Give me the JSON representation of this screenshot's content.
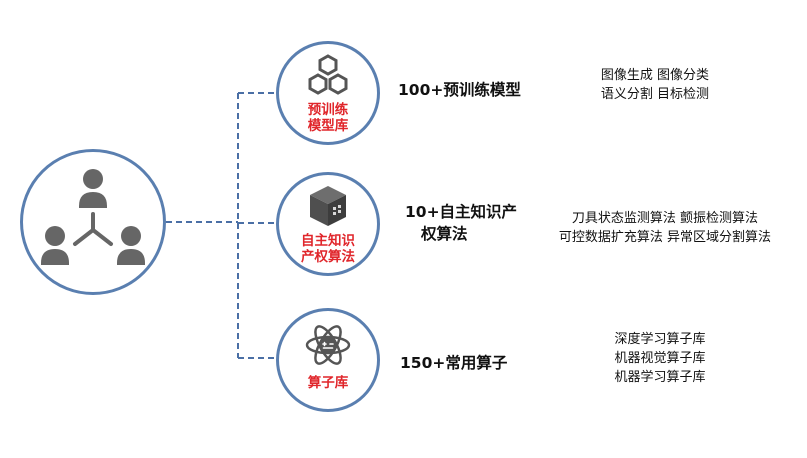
{
  "colors": {
    "ring": "#5a7fb0",
    "connector": "#4a6fa5",
    "label_red": "#e0262b",
    "icon_gray": "#666666"
  },
  "hub": {
    "icon": "people-network-icon"
  },
  "nodes": [
    {
      "icon": "hexagon-cluster-icon",
      "label": [
        "预训练",
        "模型库"
      ],
      "title": [
        "100+预训练模型"
      ],
      "details": [
        "图像生成  图像分类",
        "语义分割  目标检测"
      ]
    },
    {
      "icon": "cube-box-icon",
      "label": [
        "自主知识",
        "产权算法"
      ],
      "title": [
        "10+自主知识产",
        "权算法"
      ],
      "details": [
        "刀具状态监测算法  颤振检测算法",
        "可控数据扩充算法  异常区域分割算法"
      ]
    },
    {
      "icon": "atom-icon",
      "label": [
        "算子库"
      ],
      "title": [
        "150+常用算子"
      ],
      "details": [
        "深度学习算子库",
        "机器视觉算子库",
        "机器学习算子库"
      ]
    }
  ]
}
